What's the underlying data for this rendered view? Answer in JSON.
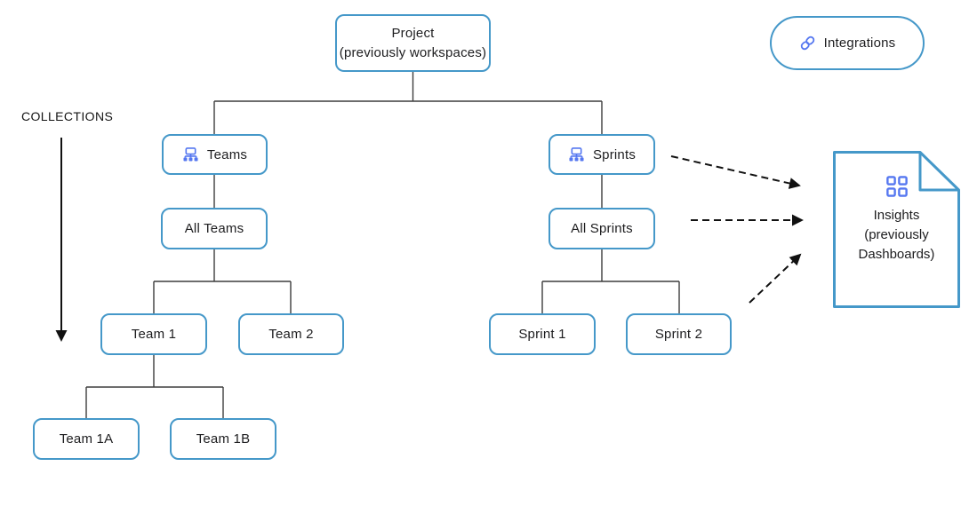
{
  "collections": {
    "label": "COLLECTIONS"
  },
  "nodes": {
    "project": {
      "line1": "Project",
      "line2": "(previously workspaces)"
    },
    "integrations": {
      "label": "Integrations",
      "icon": "link-icon"
    },
    "teams": {
      "label": "Teams",
      "icon": "org-hierarchy-icon"
    },
    "all_teams": {
      "label": "All Teams"
    },
    "team_1": {
      "label": "Team 1"
    },
    "team_2": {
      "label": "Team 2"
    },
    "team_1a": {
      "label": "Team 1A"
    },
    "team_1b": {
      "label": "Team 1B"
    },
    "sprints": {
      "label": "Sprints",
      "icon": "org-hierarchy-icon"
    },
    "all_sprints": {
      "label": "All Sprints"
    },
    "sprint_1": {
      "label": "Sprint 1"
    },
    "sprint_2": {
      "label": "Sprint 2"
    },
    "insights": {
      "line1": "Insights",
      "line2": "(previously",
      "line3": "Dashboards)",
      "icon": "grid-icon"
    }
  },
  "edges": [
    {
      "from": "project",
      "to": "teams",
      "style": "solid"
    },
    {
      "from": "project",
      "to": "sprints",
      "style": "solid"
    },
    {
      "from": "teams",
      "to": "all_teams",
      "style": "solid"
    },
    {
      "from": "all_teams",
      "to": "team_1",
      "style": "solid"
    },
    {
      "from": "all_teams",
      "to": "team_2",
      "style": "solid"
    },
    {
      "from": "team_1",
      "to": "team_1a",
      "style": "solid"
    },
    {
      "from": "team_1",
      "to": "team_1b",
      "style": "solid"
    },
    {
      "from": "sprints",
      "to": "all_sprints",
      "style": "solid"
    },
    {
      "from": "all_sprints",
      "to": "sprint_1",
      "style": "solid"
    },
    {
      "from": "all_sprints",
      "to": "sprint_2",
      "style": "solid"
    },
    {
      "from": "sprints",
      "to": "insights",
      "style": "dashed-arrow"
    },
    {
      "from": "all_sprints",
      "to": "insights",
      "style": "dashed-arrow"
    },
    {
      "from": "sprint_2",
      "to": "insights",
      "style": "dashed-arrow"
    }
  ],
  "colors": {
    "node_border": "#4598C9",
    "icon_blue": "#5577F0",
    "connector": "#3d3d3d",
    "arrow": "#111111",
    "text": "#1d1d1f",
    "background": "#ffffff"
  }
}
